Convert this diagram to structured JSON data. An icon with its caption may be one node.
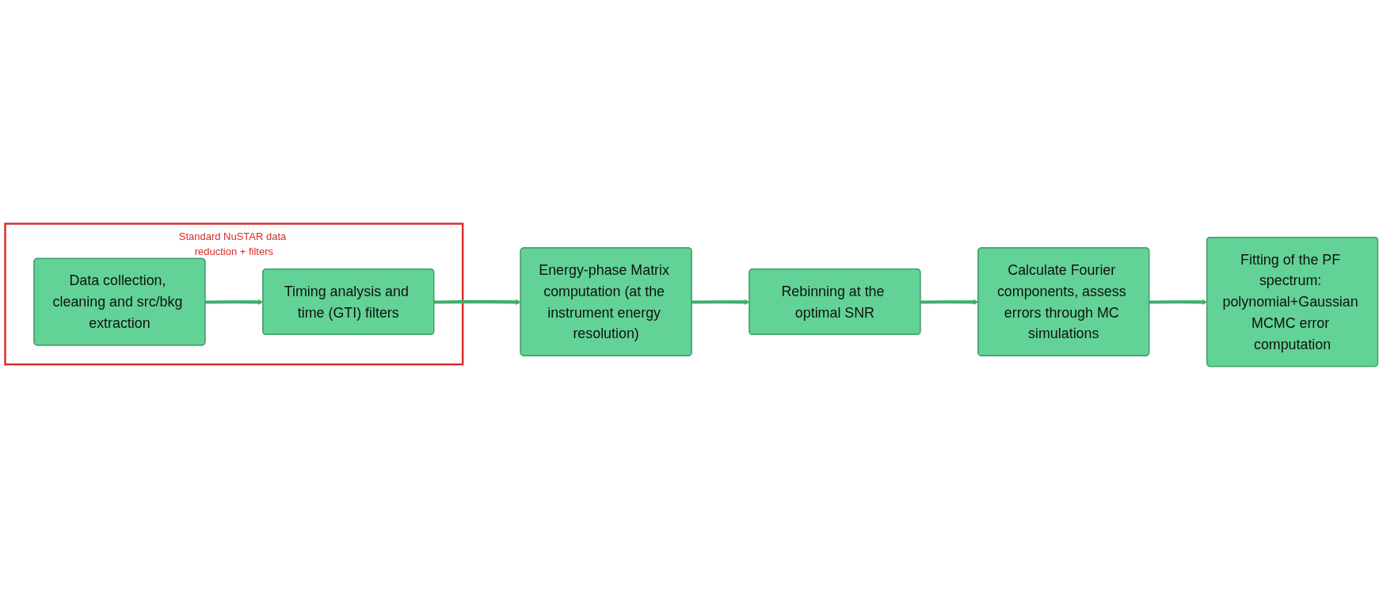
{
  "diagram": {
    "nodes": [
      {
        "text": [
          "Standard NuSTAR data reduction + filters"
        ]
      },
      {
        "text": [
          "Data collection, cleaning and src/bkg extraction"
        ],
        "in": 0
      },
      {
        "text": [
          "Timing analysis and time (GTI) filters"
        ],
        "in": 0
      },
      {
        "text": [
          "Energy-phase Matrix computation (at the instrument energy resolution)"
        ]
      },
      {
        "text": [
          "Rebinning at the optimal SNR"
        ]
      },
      {
        "text": [
          "Calculate Fourier components, assess errors through MC simulations"
        ]
      },
      {
        "text": [
          "Fitting of the PF spectrum: polynomial+Gaussian MCMC error computation"
        ]
      }
    ],
    "edges": [
      {
        "from": 1,
        "to": 2,
        "arrow": "to"
      },
      {
        "from": 2,
        "to": 3,
        "arrow": "to"
      },
      {
        "from": 3,
        "to": 4,
        "arrow": "to"
      },
      {
        "from": 4,
        "to": 5,
        "arrow": "to"
      },
      {
        "from": 5,
        "to": 6,
        "arrow": "to"
      }
    ]
  }
}
